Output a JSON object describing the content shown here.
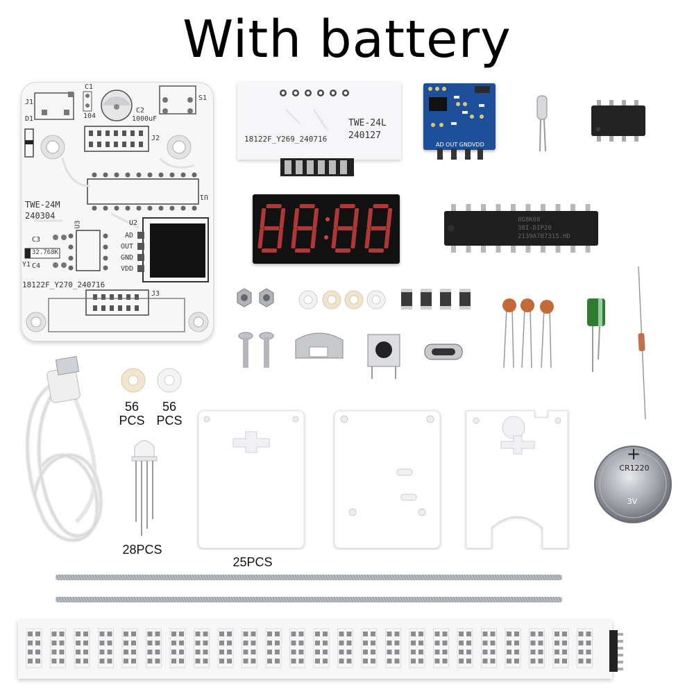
{
  "title": "With battery",
  "main_pcb": {
    "model": "TWE-24M",
    "date": "240304",
    "footer_code": "18122F_Y270_240716",
    "crystal": "32.768K",
    "capacitor_value": "1000uF",
    "cap_104": "104",
    "designators": {
      "j1": "J1",
      "d1": "D1",
      "c1": "C1",
      "c2": "C2",
      "s1": "S1",
      "j2": "J2",
      "u1": "U1",
      "u2": "U2",
      "u3": "U3",
      "j3": "J3",
      "c3": "C3",
      "c4": "C4",
      "y1": "Y1"
    },
    "pins": {
      "ad": "AD",
      "out": "OUT",
      "gnd": "GND",
      "vdd": "VDD"
    }
  },
  "small_pcb": {
    "model": "TWE-24L",
    "date": "240127",
    "code": "18122F_Y269_240716"
  },
  "sensor_module": {
    "pins": "AD OUT GNDVDD"
  },
  "dip20_chip": {
    "line1": "8G8K08",
    "line2": "38I-DIP20",
    "line3": "2139A787315.HD"
  },
  "battery": {
    "model": "CR1220",
    "voltage": "3V",
    "polarity": "+"
  },
  "quantities": {
    "spacer_a": "56\nPCS",
    "spacer_b": "56\nPCS",
    "leds": "28PCS",
    "acrylic": "25PCS"
  },
  "colors": {
    "display_red": "#d44040",
    "module_blue": "#1d4f9a",
    "cap_orange": "#c26a38",
    "electrolytic_green": "#2e7d32"
  }
}
